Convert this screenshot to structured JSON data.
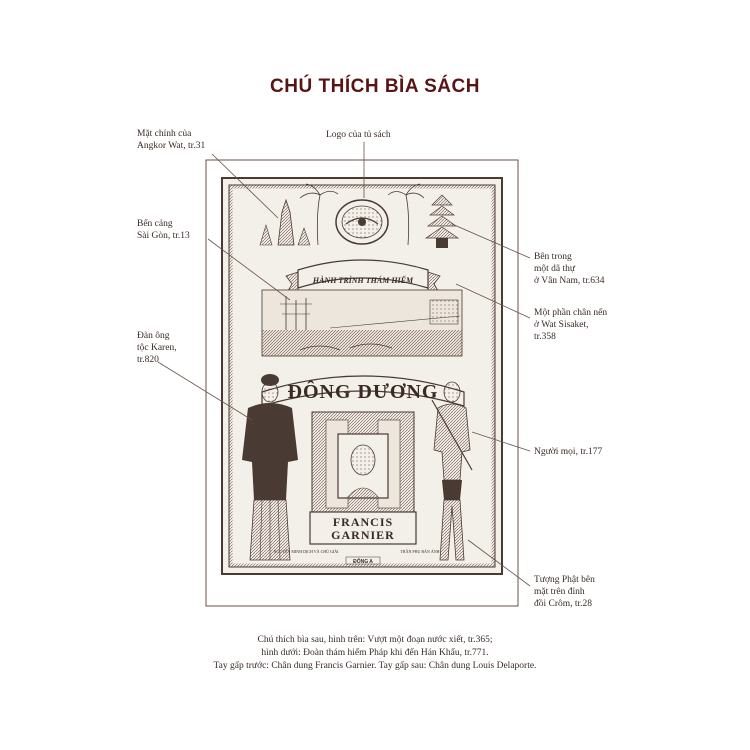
{
  "page": {
    "title": "CHÚ THÍCH BÌA SÁCH",
    "colors": {
      "title": "#5a1414",
      "ink": "#3a2a24",
      "frame": "#6b5048",
      "engraving": "#4a3a34"
    }
  },
  "labels": {
    "angkor": [
      "Mặt chính của",
      "Angkor Wat, tr.31"
    ],
    "logo": [
      "Logo của tủ sách"
    ],
    "saigon": [
      "Bến cảng",
      "Sài Gòn, tr.13"
    ],
    "yunnan": [
      "Bên trong",
      "một dã thự",
      "ở Vân Nam, tr.634"
    ],
    "wat": [
      "Một phần chân nến",
      "ở Wat Sisaket,",
      "tr.358"
    ],
    "karen": [
      "Đàn ông",
      "tộc Karen,",
      "tr.820"
    ],
    "moi": [
      "Người mọi, tr.177"
    ],
    "buddha": [
      "Tượng Phật bên",
      "mặt trên đỉnh",
      "đồi Crôm, tr.28"
    ]
  },
  "cover": {
    "banner": "HÀNH TRÌNH THÁM HIỂM",
    "title": "ĐÔNG DƯƠNG",
    "author_line1": "FRANCIS",
    "author_line2": "GARNIER",
    "credits_left": "NGUYỄN MINH DỊCH VÀ CHÚ GIẢI",
    "credits_right": "TRẦN PHỤ BẢN ẢNH",
    "publisher": "ĐÔNG A"
  },
  "caption": [
    "Chú thích bìa sau, hình trên: Vượt một đoạn nước xiết, tr.365;",
    "hình dưới: Đoàn thám hiểm Pháp khi đến Hán Khẩu, tr.771.",
    "Tay gấp trước: Chân dung Francis Garnier. Tay gấp sau: Chân dung Louis Delaporte."
  ]
}
